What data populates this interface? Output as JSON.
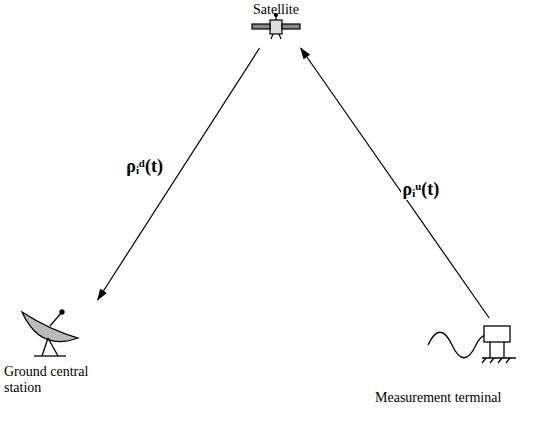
{
  "diagram": {
    "nodes": [
      {
        "text": [
          "Satellite"
        ]
      },
      {
        "text": [
          "Ground central station"
        ]
      },
      {
        "text": [
          "Measurement terminal"
        ]
      }
    ],
    "edges": [
      {
        "from": 0,
        "to": 1,
        "arrow": "to",
        "label": "ρᵢᵈ(t)"
      },
      {
        "from": 2,
        "to": 0,
        "arrow": "to",
        "label": "ρᵢᵘ(t)"
      }
    ]
  }
}
